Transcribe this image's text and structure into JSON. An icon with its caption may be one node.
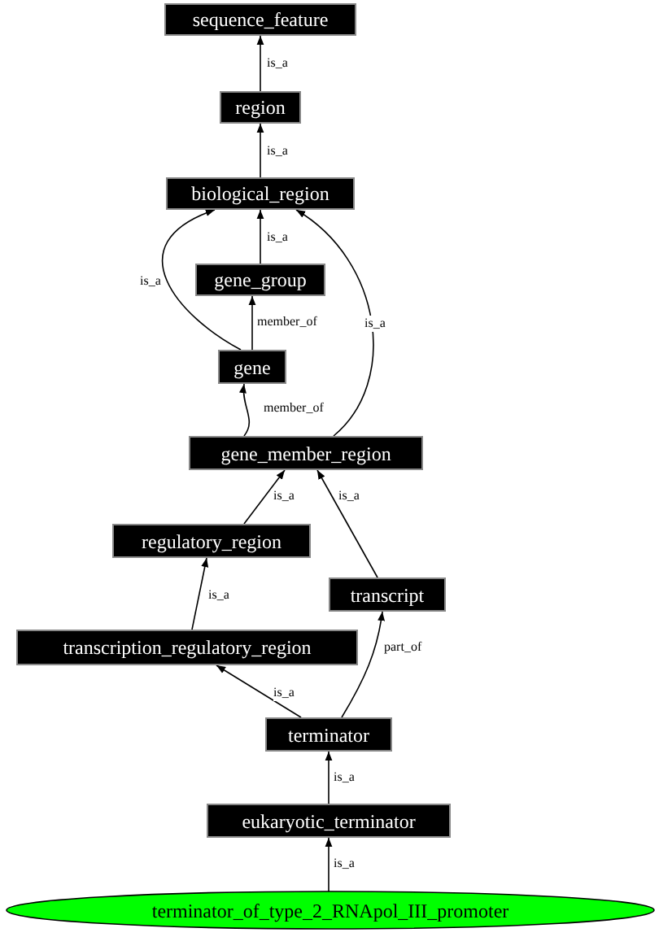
{
  "diagram": {
    "nodes": [
      {
        "text": [
          "sequence_feature"
        ]
      },
      {
        "text": [
          "region"
        ]
      },
      {
        "text": [
          "biological_region"
        ]
      },
      {
        "text": [
          "gene_group"
        ]
      },
      {
        "text": [
          "gene"
        ]
      },
      {
        "text": [
          "gene_member_region"
        ]
      },
      {
        "text": [
          "regulatory_region"
        ]
      },
      {
        "text": [
          "transcript"
        ]
      },
      {
        "text": [
          "transcription_regulatory_region"
        ]
      },
      {
        "text": [
          "terminator"
        ]
      },
      {
        "text": [
          "eukaryotic_terminator"
        ]
      },
      {
        "text": [
          "terminator_of_type_2_RNApol_III_promoter"
        ]
      }
    ],
    "edges": [
      {
        "from": 1,
        "to": 0,
        "arrow": "to",
        "label": "is_a"
      },
      {
        "from": 2,
        "to": 1,
        "arrow": "to",
        "label": "is_a"
      },
      {
        "from": 3,
        "to": 2,
        "arrow": "to",
        "label": "is_a"
      },
      {
        "from": 4,
        "to": 2,
        "arrow": "to",
        "label": "is_a"
      },
      {
        "from": 4,
        "to": 3,
        "arrow": "to",
        "label": "member_of"
      },
      {
        "from": 5,
        "to": 4,
        "arrow": "to",
        "label": "member_of"
      },
      {
        "from": 5,
        "to": 2,
        "arrow": "to",
        "label": "is_a"
      },
      {
        "from": 6,
        "to": 5,
        "arrow": "to",
        "label": "is_a"
      },
      {
        "from": 7,
        "to": 5,
        "arrow": "to",
        "label": "is_a"
      },
      {
        "from": 8,
        "to": 6,
        "arrow": "to",
        "label": "is_a"
      },
      {
        "from": 9,
        "to": 8,
        "arrow": "to",
        "label": "is_a"
      },
      {
        "from": 9,
        "to": 7,
        "arrow": "to",
        "label": "part_of"
      },
      {
        "from": 10,
        "to": 9,
        "arrow": "to",
        "label": "is_a"
      },
      {
        "from": 11,
        "to": 10,
        "arrow": "to",
        "label": "is_a"
      }
    ]
  }
}
